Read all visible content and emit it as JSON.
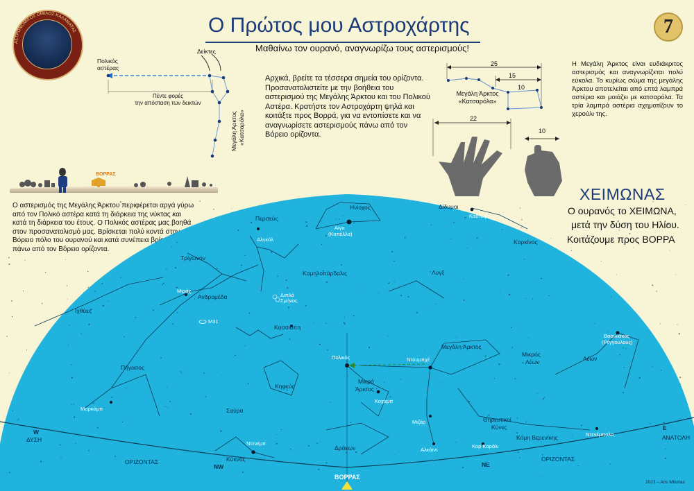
{
  "header": {
    "title": "Ο Πρώτος μου Αστροχάρτης",
    "subtitle": "Μαθαίνω τον ουρανό, αναγνωρίζω τους αστερισμούς!",
    "page_number": "7",
    "logo_text": "ΑΣΤΡΟΝΟΜΙΚΟΣ ΟΜΙΛΟΣ ΚΑΛΑΜΑΤΑΣ"
  },
  "pointer_diagram": {
    "polaris_label_1": "Πολικός",
    "polaris_label_2": "αστέρας",
    "pointers_label": "Δείκτες",
    "distance_label_1": "Πέντε φορές",
    "distance_label_2": "την απόσταση των δεικτών",
    "dipper_label_1": "Μεγάλη Άρκτος",
    "dipper_label_2": "«Κατσαρόλα»"
  },
  "intro_text": "Αρχικά, βρείτε τα τέσσερα σημεία του ορίζοντα. Προσανατολιστείτε με την βοήθεια του αστερισμού της Μεγάλης Άρκτου και του Πολικού Αστέρα. Κρατήστε τον Αστροχάρτη ψηλά και κοιτάξτε προς Βορρά, για να εντοπίσετε και να αναγνωρίσετε αστερισμούς πάνω από τον Βόρειο ορίζοντα.",
  "hand_diagram": {
    "deg_25": "25",
    "deg_15": "15",
    "deg_10a": "10",
    "deg_22": "22",
    "deg_10b": "10",
    "dipper_label_1": "Μεγάλη Άρκτος",
    "dipper_label_2": "«Κατσαρόλα»"
  },
  "right_text": "Η Μεγάλη Άρκτος είναι ευδιάκριτος αστερισμός και αναγνωρίζεται πολύ εύκολα. Το κυρίως σώμα της μεγάλης Άρκτου αποτελείται από επτά λαμπρά αστέρια και μοιάζει με κατσαρόλα. Τα τρία λαμπρά αστέρια σχηματίζουν το χερούλι της.",
  "landscape": {
    "north_label": "ΒΟΡΡΑΣ"
  },
  "left_text": "Ο αστερισμός της Μεγάλης Άρκτου περιφέρεται αργά γύρω από τον Πολικό αστέρα κατά τη διάρκεια της νύκτας και κατά τη διάρκεια του έτους. Ο Πολικός αστέρας μας βοηθά στον προσανατολισμό μας. Βρίσκεται πολύ κοντά στον Βόρειο πόλο του ουρανού και κατά συνέπεια βρίσκεται πάνω από τον Βόρειο ορίζοντα.",
  "season": {
    "title": "ΧΕΙΜΩΝΑΣ",
    "line1": "Ο ουρανός το ΧΕΙΜΩΝΑ,",
    "line2": "μετά την δύση του Ηλίου.",
    "line3": "Κοιτάζουμε προς ΒΟΡΡΑ"
  },
  "sky_map": {
    "colors": {
      "sky": "#1fb3de",
      "lines": "#0c3b57",
      "labels": "#0a2a4a",
      "star_labels": "#ffffff"
    },
    "constellations": {
      "perseus": "Περσεύς",
      "auriga": "Ηνίοχος",
      "gemini": "Δίδυμοι",
      "triangulum": "Τρίγωνον",
      "camelopardalis": "Καμηλοπάρδαλις",
      "lynx": "Λυγξ",
      "cancer": "Καρκίνος",
      "andromeda": "Ανδρομέδα",
      "pisces": "Ιχθύες",
      "cassiopeia": "Κασσιόπη",
      "ursa_major": "Μεγάλη Άρκτος",
      "leo_minor_1": "Μικρός",
      "leo_minor_2": "Λέων",
      "leo": "Λέων",
      "pegasus": "Πήγασος",
      "cepheus": "Κηφεύς",
      "ursa_minor_1": "Μικρά",
      "ursa_minor_2": "Άρκτος",
      "lacerta": "Σαύρα",
      "canes_1": "Θηρευτικοί",
      "canes_2": "Κύνες",
      "coma": "Κόμη Βερενίκης",
      "cygnus": "Κύκνος",
      "draco": "Δράκων"
    },
    "stars": {
      "algol": "Αλγκόλ",
      "capella_1": "Αίγα",
      "capella_2": "(Καπέλλα)",
      "castor": "Κάστωρ",
      "mirach": "Μιράχ",
      "double_cluster_1": "Διπλό",
      "double_cluster_2": "Σμήνος",
      "m31": "Μ31",
      "regulus_1": "Βασιλίσκος",
      "regulus_2": "(Ρέγγουλους)",
      "polaris": "Πολικός",
      "dubhe": "Ντουμπχέ",
      "kochab": "Κοχάμπ",
      "markab": "Μαρκάμπ",
      "mizar": "Μιζάρ",
      "alkaid": "Αλκάιντ",
      "cor_caroli": "Κορ Καρόλι",
      "denebola": "Ντενέμπολα",
      "deneb": "Ντενέμπ"
    },
    "horizon_label_left": "ΟΡΙΖΟΝΤΑΣ",
    "horizon_label_right": "ΟΡΙΖΟΝΤΑΣ",
    "west": "ΔΥΣΗ",
    "east": "ΑΝΑΤΟΛΗ",
    "west_mark": "W",
    "east_mark": "E",
    "nw": "NW",
    "ne": "NE",
    "north": "ΒΟΡΡΑΣ"
  },
  "credit": "2023 – Aris Milonas"
}
